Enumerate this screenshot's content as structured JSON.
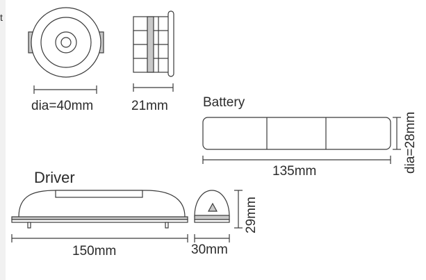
{
  "page": {
    "stray_text": "t"
  },
  "lamp": {
    "front_dimension": "dia=40mm",
    "side_dimension": "21mm"
  },
  "battery": {
    "title": "Battery",
    "length_dimension": "135mm",
    "diameter_dimension": "dia=28mm"
  },
  "driver": {
    "title": "Driver",
    "length_dimension": "150mm",
    "width_dimension": "30mm",
    "height_dimension": "29mm"
  },
  "colors": {
    "line": "#3a3a3a",
    "shade": "#c8c8c8",
    "text": "#2b2b2b"
  }
}
